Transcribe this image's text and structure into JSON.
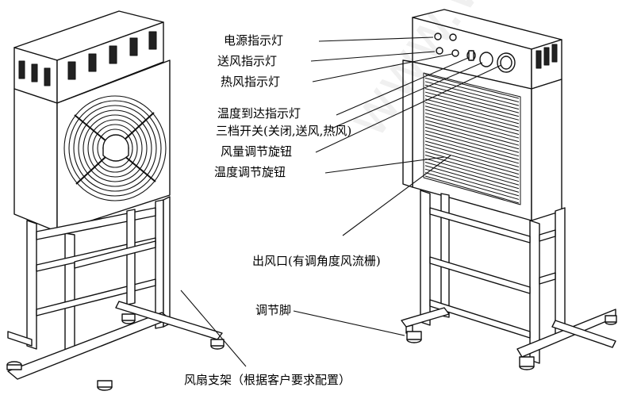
{
  "labels": {
    "power_indicator": "电源指示灯",
    "fan_indicator": "送风指示灯",
    "hot_air_indicator": "热风指示灯",
    "temp_reached_indicator": "温度到达指示灯",
    "three_position_switch": "三档开关(关闭,送风,热风)",
    "airflow_knob": "风量调节旋钮",
    "temperature_knob": "温度调节旋钮",
    "air_outlet": "出风口(有调角度风流栅)",
    "adjustable_foot": "调节脚",
    "fan_stand": "风扇支架（根据客户要求配置）"
  },
  "watermark": "www.wfzh"
}
